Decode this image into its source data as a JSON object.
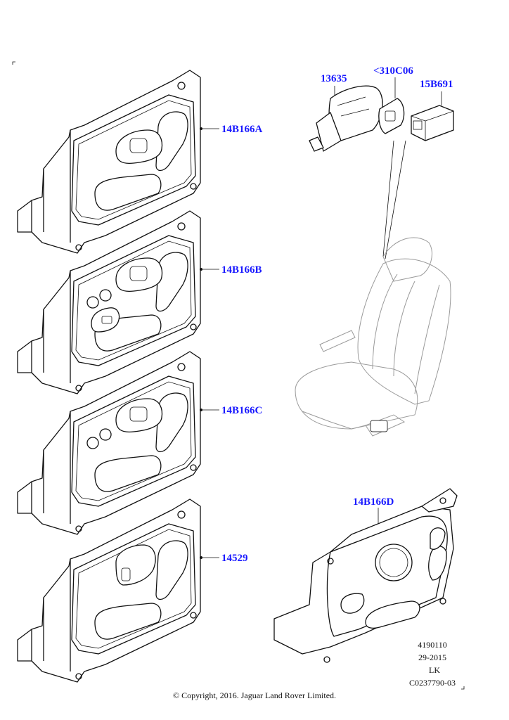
{
  "parts": [
    {
      "id": "14B166A"
    },
    {
      "id": "14B166B"
    },
    {
      "id": "14B166C"
    },
    {
      "id": "14529"
    },
    {
      "id": "13635"
    },
    {
      "id": "<310C06"
    },
    {
      "id": "15B691"
    },
    {
      "id": "14B166D"
    }
  ],
  "reference": {
    "line1": "4190110",
    "line2": "29-2015",
    "line3": "LK",
    "line4": "C0237790-03"
  },
  "copyright": "© Copyright, 2016. Jaguar Land Rover Limited.",
  "colors": {
    "label": "#1a1aff",
    "line": "#111111",
    "seat": "#9a9a9a"
  }
}
